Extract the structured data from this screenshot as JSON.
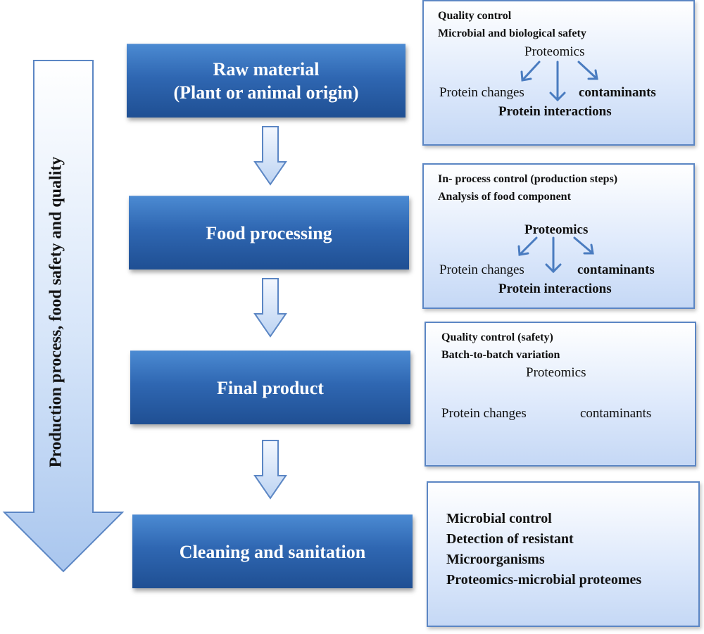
{
  "side_label": "Production process, food safety and quality",
  "stages": [
    {
      "label": "Raw material\n(Plant or animal origin)"
    },
    {
      "label": "Food processing"
    },
    {
      "label": "Final product"
    },
    {
      "label": "Cleaning and sanitation"
    }
  ],
  "info_boxes": [
    {
      "headers": [
        "Quality control",
        "Microbial and biological safety"
      ],
      "center": "Proteomics",
      "left": "Protein changes",
      "right": "contaminants",
      "bottom": "Protein interactions"
    },
    {
      "headers": [
        "In- process control (production steps)",
        "Analysis of food component"
      ],
      "center": "Proteomics",
      "left": "Protein changes",
      "right": "contaminants",
      "bottom": "Protein interactions"
    },
    {
      "headers": [
        "Quality control (safety)",
        "Batch-to-batch variation"
      ],
      "center": "Proteomics",
      "left": "Protein changes",
      "right": "contaminants"
    },
    {
      "lines": [
        "Microbial control",
        "Detection of resistant",
        "Microorganisms",
        "Proteomics-microbial proteomes"
      ]
    }
  ],
  "colors": {
    "stage_box": "#2f67b2",
    "stage_text": "#ffffff",
    "info_border": "#5b86c4",
    "info_fill": "#dce8fb",
    "arrow_fill": "#c9dcf6",
    "arrow_stroke": "#5b86c4",
    "mini_arrow": "#4a7cc0"
  }
}
